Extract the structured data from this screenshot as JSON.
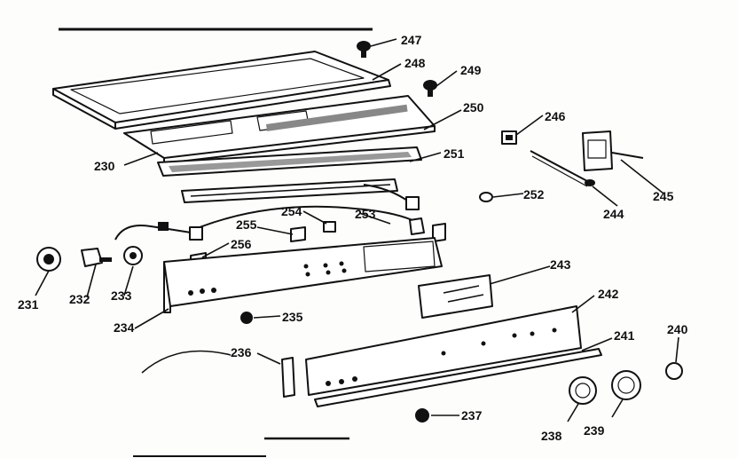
{
  "diagram": {
    "callouts": [
      {
        "id": "p231",
        "label": "231"
      },
      {
        "id": "p232",
        "label": "232"
      },
      {
        "id": "p233",
        "label": "233"
      },
      {
        "id": "p234",
        "label": "234"
      },
      {
        "id": "p235",
        "label": "235"
      },
      {
        "id": "p236",
        "label": "236"
      },
      {
        "id": "p237",
        "label": "237"
      },
      {
        "id": "p238",
        "label": "238"
      },
      {
        "id": "p239",
        "label": "239"
      },
      {
        "id": "p240",
        "label": "240"
      },
      {
        "id": "p241",
        "label": "241"
      },
      {
        "id": "p242",
        "label": "242"
      },
      {
        "id": "p243",
        "label": "243"
      },
      {
        "id": "p244",
        "label": "244"
      },
      {
        "id": "p245",
        "label": "245"
      },
      {
        "id": "p246",
        "label": "246"
      },
      {
        "id": "p247",
        "label": "247"
      },
      {
        "id": "p248",
        "label": "248"
      },
      {
        "id": "p249",
        "label": "249"
      },
      {
        "id": "p250",
        "label": "250"
      },
      {
        "id": "p251",
        "label": "251"
      },
      {
        "id": "p252",
        "label": "252"
      },
      {
        "id": "p253",
        "label": "253"
      },
      {
        "id": "p254",
        "label": "254"
      },
      {
        "id": "p255",
        "label": "255"
      },
      {
        "id": "p256",
        "label": "256"
      }
    ]
  }
}
